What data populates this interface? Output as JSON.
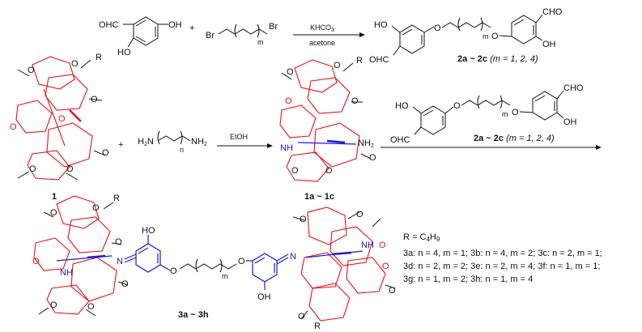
{
  "reaction1": {
    "reactant_a": {
      "subst_left": "OHC",
      "subst_right": "OH",
      "subst_bottom": "HO"
    },
    "plus": "+",
    "reactant_b": {
      "left": "Br",
      "right": "Br",
      "repeat": "m"
    },
    "reagent": "KHCO",
    "reagent_sub": "3",
    "solvent": "acetone",
    "product": {
      "ho": "HO",
      "ohc": "OHC",
      "cho": "CHO",
      "oh": "OH",
      "o": "O",
      "repeat": "m",
      "label_bold": "2a ~ 2c",
      "label_rest": "(m = 1, 2, 4)"
    }
  },
  "reaction2": {
    "compound1_label": "1",
    "plus": "+",
    "diamine": {
      "left": "H",
      "left_sub": "2",
      "left_n": "N",
      "right": "NH",
      "right_sub": "2",
      "repeat": "n"
    },
    "reagent": "EtOH",
    "intermediate_label": "1a ~ 1c",
    "intermediate_nh": "NH",
    "intermediate_nh2": "NH",
    "intermediate_nh2_sub": "2",
    "reagent_above": {
      "ho": "HO",
      "ohc": "OHC",
      "cho": "CHO",
      "oh": "OH",
      "o": "O",
      "repeat": "m",
      "label_bold": "2a ~ 2c",
      "label_rest": "(m = 1, 2, 4)"
    },
    "ome": "O",
    "r": "R"
  },
  "product": {
    "label": "3a ~ 3h",
    "ho": "HO",
    "oh": "OH",
    "n_eq": "N",
    "nh": "NH",
    "o": "O",
    "repeat": "m",
    "r": "R"
  },
  "legend": {
    "r_def": "R = C",
    "r_def_sub": "4",
    "r_def_h": "H",
    "r_def_h_sub": "9",
    "rows": [
      [
        "3a: n = 4, m = 1;",
        "3b: n = 4, m = 2;",
        "3c: n = 2, m = 1;"
      ],
      [
        "3d: n = 2, m = 2;",
        "3e: n = 2, m = 4;",
        "3f: n = 1, m = 1;"
      ],
      [
        "3g: n = 1, m = 2;",
        "3h: n = 1, m = 4"
      ]
    ]
  },
  "colors": {
    "macrocycle": "#e8101a",
    "linker": "#1a1ad6",
    "ink": "#111111"
  }
}
